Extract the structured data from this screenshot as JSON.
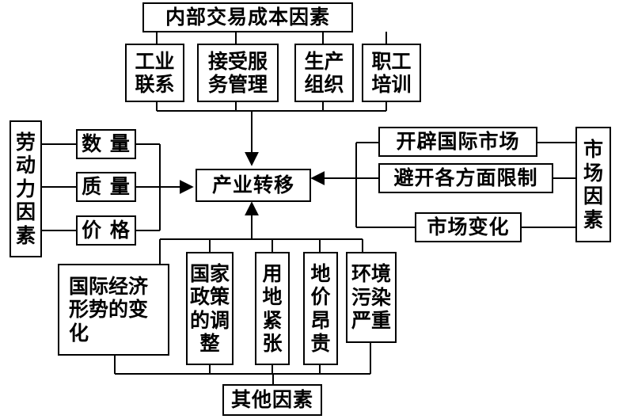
{
  "internal": {
    "title": "内部交易成本因素",
    "items": [
      "工业\n联系",
      "接受服\n务管理",
      "生产\n组织",
      "职工\n培训"
    ]
  },
  "labor": {
    "title": "劳\n动\n力\n因\n素",
    "items": [
      "数 量",
      "质 量",
      "价 格"
    ]
  },
  "center": "产业转移",
  "market": {
    "title": "市\n场\n因\n素",
    "items": [
      "开辟国际市场",
      "避开各方面限制",
      "市场变化"
    ]
  },
  "other": {
    "title": "其他因素",
    "items": [
      "国际经济\n形势的变\n化",
      "国家\n政策\n的调\n整",
      "用\n地\n紧\n张",
      "地\n价\n昂\n贵",
      "环境\n污染\n严重"
    ]
  }
}
